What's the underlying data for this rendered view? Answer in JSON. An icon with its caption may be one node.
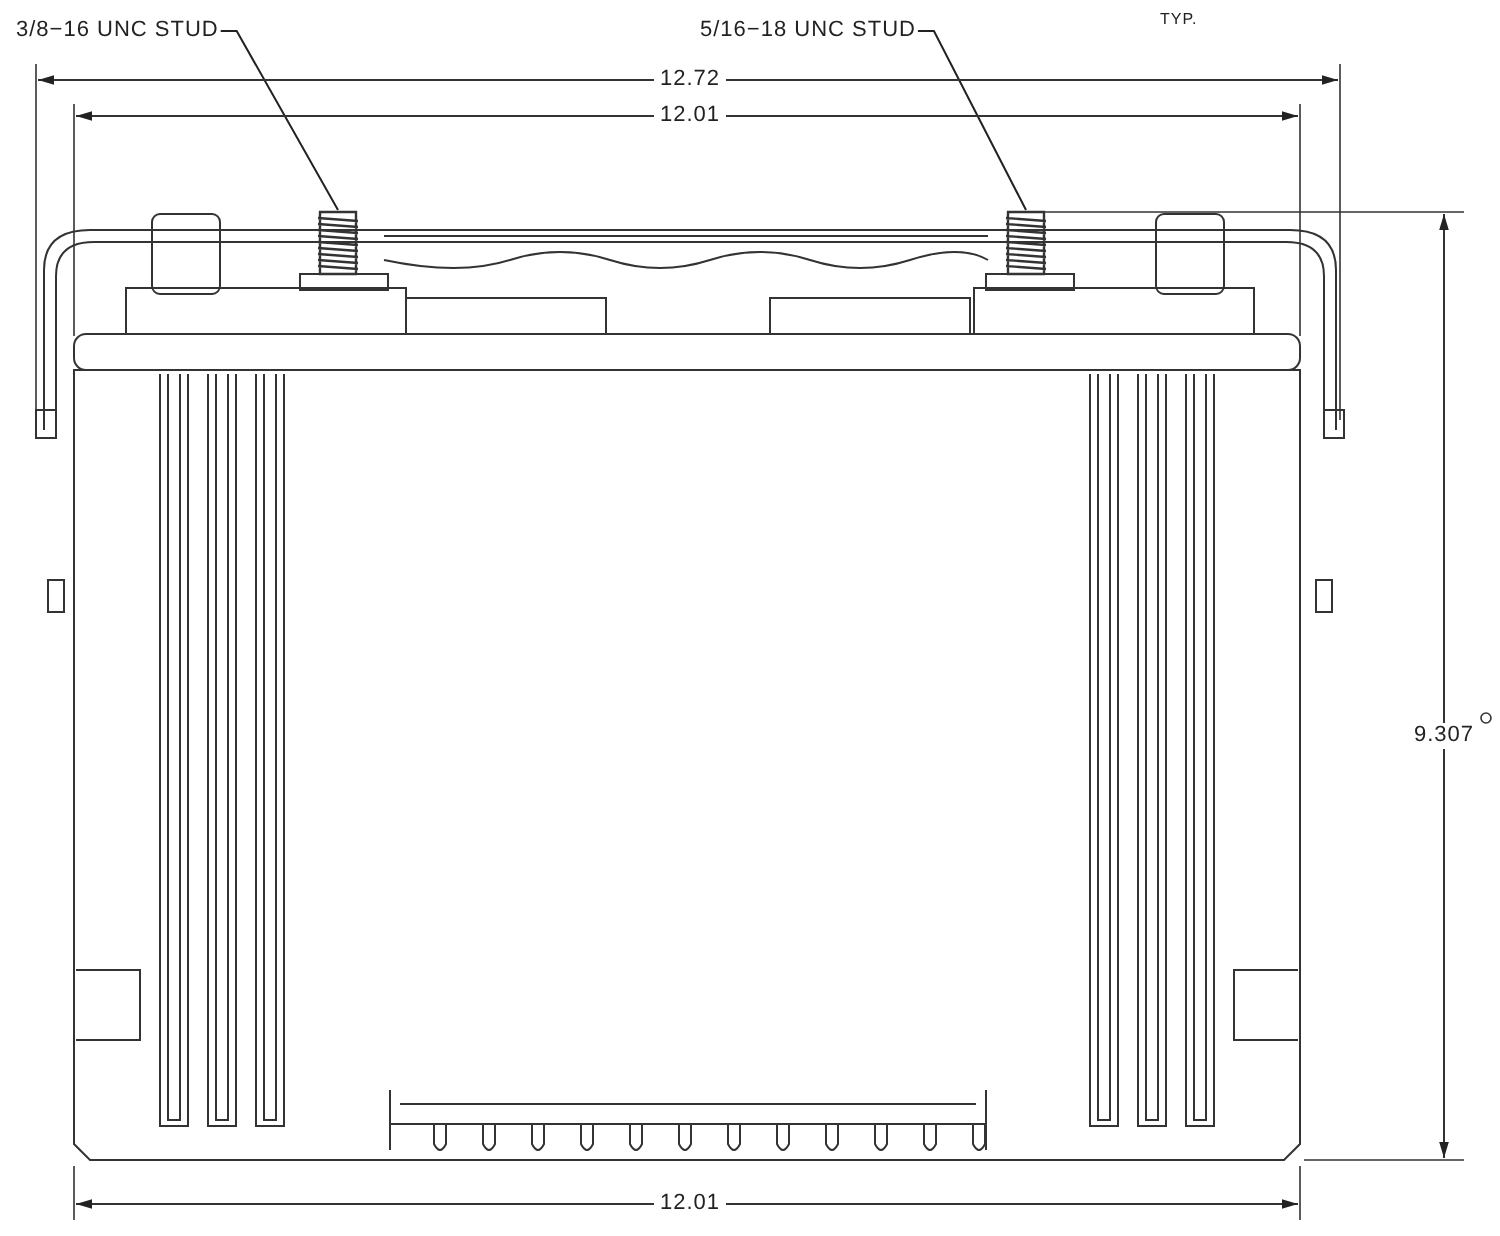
{
  "diagram": {
    "nodes": [
      {
        "text": [
          "3/8−16 UNC STUD"
        ]
      },
      {
        "text": [
          "5/16−18 UNC STUD"
        ]
      },
      {
        "text": [],
        "shape": "picture"
      },
      {
        "text": [],
        "shape": "picture"
      }
    ],
    "edges": [
      {
        "from": 0,
        "to": 2,
        "arrow": "none"
      },
      {
        "from": 1,
        "to": 3,
        "arrow": "none"
      }
    ],
    "labels": [
      "TYP.",
      "12.72",
      "12.01",
      "9.307",
      "12.01"
    ]
  }
}
